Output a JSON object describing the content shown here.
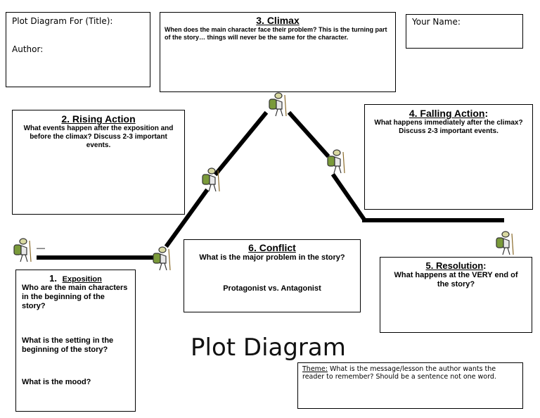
{
  "title_box": {
    "label": "Plot Diagram For (Title):",
    "author_label": "Author:"
  },
  "name_box": {
    "label": "Your Name:"
  },
  "climax": {
    "heading": "3. Climax",
    "text": "When does the main character face their problem? This is the turning part of the story… things will never be the same for the character."
  },
  "rising_action": {
    "heading": "2. Rising Action",
    "text": "What events happen after the exposition and before the climax? Discuss 2-3 important events."
  },
  "falling_action": {
    "heading": "4. Falling Action",
    "colon": ":",
    "text": "What happens immediately after the climax? Discuss 2-3 important events."
  },
  "exposition": {
    "number": "1.",
    "heading": "Exposition",
    "q1": "Who are the main characters in the beginning of the story?",
    "q2": "What is the setting in the beginning of the story?",
    "q3": "What is the mood?"
  },
  "conflict": {
    "heading": "6.  Conflict",
    "text": "What is the major problem in the story?",
    "sub": "Protagonist vs. Antagonist"
  },
  "resolution": {
    "heading": "5. Resolution",
    "colon": ":",
    "text": "What happens at the VERY end of the story?"
  },
  "main_title": "Plot Diagram",
  "theme": {
    "label": "Theme:",
    "text": " What is the message/lesson the author wants the reader to remember? Should be a sentence not one word."
  },
  "dash_mark": "—"
}
